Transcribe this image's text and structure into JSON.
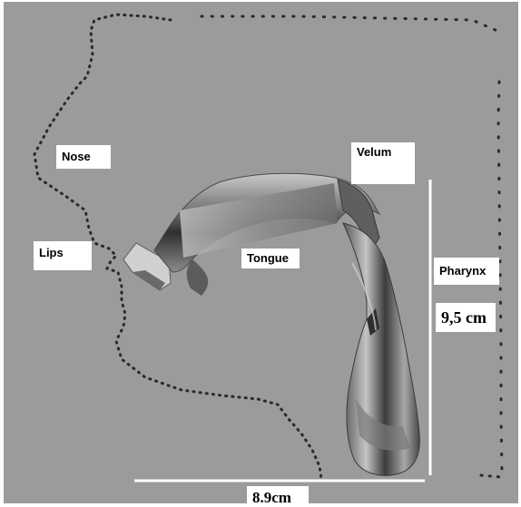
{
  "labels": {
    "nose": "Nose",
    "lips": "Lips",
    "tongue": "Tongue",
    "velum": "Velum",
    "pharynx": "Pharynx"
  },
  "dimensions": {
    "height": "9,5 cm",
    "width": "8.9cm"
  },
  "colors": {
    "background": "#9b9b9b",
    "outline_dots": "#2a2a2a",
    "measure_lines": "#ffffff",
    "tract_light": "#b8b8b8",
    "tract_dark": "#3a3a3a"
  }
}
